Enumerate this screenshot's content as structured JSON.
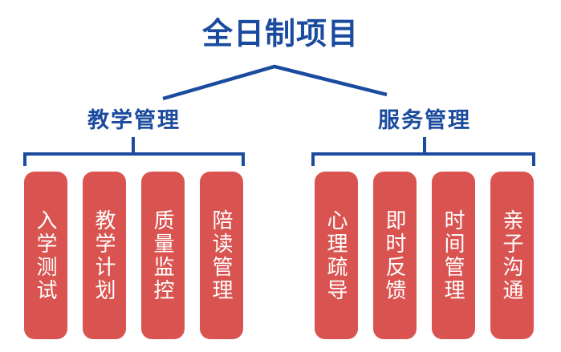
{
  "title": "全日制项目",
  "colors": {
    "accent_blue": "#1B4B9E",
    "pill_red": "#D95450",
    "pill_text": "#FFFFFF",
    "background": "#FFFFFF"
  },
  "branches": [
    {
      "label": "教学管理",
      "items": [
        "入学测试",
        "教学计划",
        "质量监控",
        "陪读管理"
      ]
    },
    {
      "label": "服务管理",
      "items": [
        "心理疏导",
        "即时反馈",
        "时间管理",
        "亲子沟通"
      ]
    }
  ]
}
